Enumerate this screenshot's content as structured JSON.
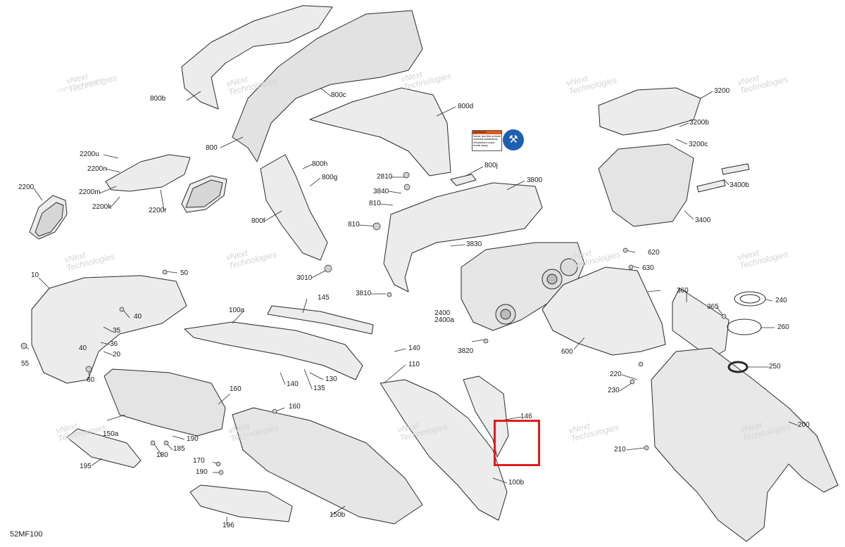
{
  "document_code": "52MF100",
  "watermark": {
    "line1": "vNext",
    "line2": "Technologies",
    "company": "vNext Technologies"
  },
  "decal": {
    "warning_heading": "WARNING",
    "warning_text": "Never tow this vehicle crashed backwards. Windshield could break away.",
    "icon": "vehicle-tow-icon"
  },
  "highlight_color": "#e21b1b",
  "callouts": [
    "800b",
    "800c",
    "800",
    "800d",
    "2200u",
    "2200n",
    "2200m",
    "2200",
    "2200k",
    "2200r",
    "800h",
    "800g",
    "800f",
    "800j",
    "2810",
    "3840",
    "810",
    "810",
    "3800",
    "3830",
    "3010",
    "3810",
    "2400",
    "2400a",
    "3820",
    "600",
    "620",
    "630",
    "3200",
    "3200b",
    "3200c",
    "3400b",
    "3400",
    "50",
    "10",
    "40",
    "35",
    "36",
    "40",
    "20",
    "55",
    "60",
    "145",
    "100a",
    "140",
    "110",
    "140",
    "135",
    "130",
    "160",
    "150a",
    "160",
    "190",
    "185",
    "180",
    "195",
    "170",
    "190",
    "150b",
    "196",
    "146",
    "100b",
    "360",
    "365",
    "240",
    "260",
    "250",
    "220",
    "230",
    "200",
    "210"
  ]
}
